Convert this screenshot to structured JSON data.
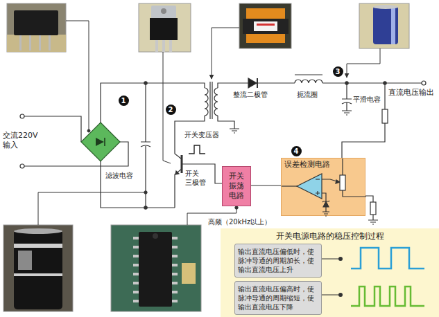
{
  "diagram": {
    "nodes": [
      {
        "text": [
          "开关 振荡 电路"
        ]
      },
      {
        "text": [
          "误差检测电路"
        ]
      },
      {
        "text": [
          "开关电源电路的稳压控制过程"
        ]
      },
      {
        "text": [
          "输出直流电压偏低时，使脉冲导通的周期加长，使输出直流电压上升"
        ],
        "in": 2
      },
      {
        "text": [
          "输出直流电压偏高时，使脉冲导通的周期缩短，使输出直流电压下降"
        ],
        "in": 2
      }
    ],
    "edges": [
      {
        "from": 1,
        "to": 0,
        "arrow": "none"
      }
    ],
    "labels": [
      "交流220V 输入",
      "1",
      "滤波电容",
      "2",
      "开关 三极管",
      "开关变压器",
      "整流二极管",
      "扼流圈",
      "3",
      "平滑电容",
      "直流电压输出",
      "高频（20kHz以上）",
      "4"
    ]
  }
}
